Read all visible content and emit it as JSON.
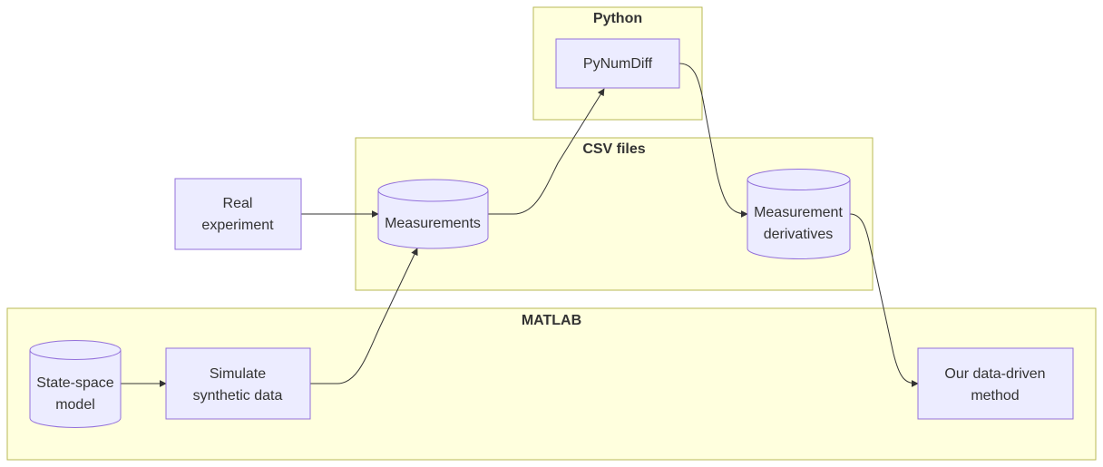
{
  "diagram": {
    "type": "flowchart",
    "clusters": {
      "python": {
        "label": "Python"
      },
      "csv": {
        "label": "CSV files"
      },
      "matlab": {
        "label": "MATLAB"
      }
    },
    "nodes": {
      "pynumdiff": {
        "lines": [
          "PyNumDiff"
        ],
        "shape": "rect",
        "cluster": "python"
      },
      "real_experiment": {
        "lines": [
          "Real",
          "experiment"
        ],
        "shape": "rect",
        "cluster": null
      },
      "measurements": {
        "lines": [
          "Measurements"
        ],
        "shape": "cylinder",
        "cluster": "csv"
      },
      "measurement_derivatives": {
        "lines": [
          "Measurement",
          "derivatives"
        ],
        "shape": "cylinder",
        "cluster": "csv"
      },
      "state_space_model": {
        "lines": [
          "State-space",
          "model"
        ],
        "shape": "cylinder",
        "cluster": "matlab"
      },
      "simulate": {
        "lines": [
          "Simulate",
          "synthetic data"
        ],
        "shape": "rect",
        "cluster": "matlab"
      },
      "our_method": {
        "lines": [
          "Our data-driven",
          "method"
        ],
        "shape": "rect",
        "cluster": "matlab"
      }
    },
    "edges": [
      {
        "from": "real_experiment",
        "to": "measurements"
      },
      {
        "from": "state_space_model",
        "to": "simulate"
      },
      {
        "from": "simulate",
        "to": "measurements"
      },
      {
        "from": "measurements",
        "to": "pynumdiff"
      },
      {
        "from": "pynumdiff",
        "to": "measurement_derivatives"
      },
      {
        "from": "measurement_derivatives",
        "to": "our_method"
      }
    ],
    "colors": {
      "cluster_fill": "#ffffde",
      "cluster_stroke": "#b8b856",
      "node_fill": "#ececff",
      "node_stroke": "#9370db",
      "edge": "#333333",
      "text": "#333333"
    }
  }
}
